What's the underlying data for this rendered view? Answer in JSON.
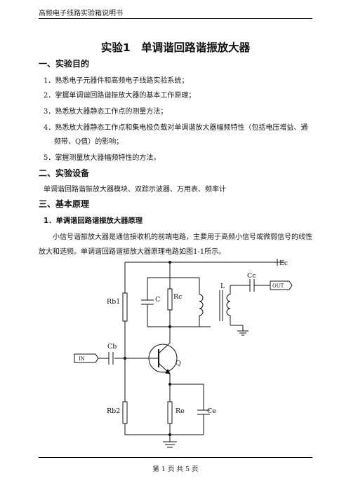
{
  "header": "高频电子线路实验箱说明书",
  "title": "实验1　单调谐回路谐振放大器",
  "sections": {
    "s1": "一、实验目的",
    "s2": "二、实验设备",
    "s3": "三、基本原理"
  },
  "purposes": [
    "1．熟悉电子元器件和高频电子线路实验系统；",
    "2．掌握单调谐回路谐振放大器的基本工作原理；",
    "3．熟悉放大器静态工作点的测量方法；",
    "4．熟悉放大器静态工作点和集电极负载对单调谐放大器幅频特性（包括电压增益、通",
    "频带、Q值）的影响；",
    "5．掌握测量放大器幅频特性的方法。"
  ],
  "equipment": "单调谐回路谐振放大器模块、双踪示波器、万用表、频率计",
  "principle": {
    "subtitle": "1．单调谐回路谐振放大器原理",
    "para_line1": "小信号谐振放大器是通信接收机的前端电路，主要用于高频小信号或微弱信号的线性",
    "para_line2": "放大和选频。单调谐回路谐振放大器原理电路如图1-1所示。"
  },
  "circuit": {
    "ec": "Ec",
    "cc": "Cc",
    "out": "OUT",
    "l": "L",
    "rb1": "Rb1",
    "c": "C",
    "rc": "Rc",
    "cb": "Cb",
    "in": "IN",
    "q": "Q",
    "rb2": "Rb2",
    "re": "Re",
    "ce": "Ce"
  },
  "footer": "第 1 页 共 5 页"
}
